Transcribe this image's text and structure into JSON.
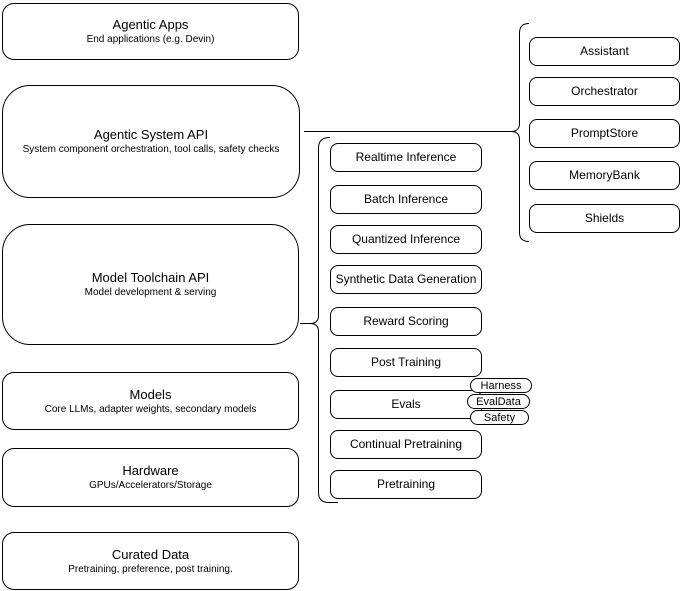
{
  "diagram": {
    "left_stack": [
      {
        "title": "Agentic Apps",
        "subtitle": "End applications (e.g. Devin)"
      },
      {
        "title": "Agentic System API",
        "subtitle": "System component orchestration, tool calls, safety checks"
      },
      {
        "title": "Model Toolchain API",
        "subtitle": "Model development & serving"
      },
      {
        "title": "Models",
        "subtitle": "Core LLMs, adapter weights, secondary models"
      },
      {
        "title": "Hardware",
        "subtitle": "GPUs/Accelerators/Storage"
      },
      {
        "title": "Curated Data",
        "subtitle": "Pretraining, preference, post training."
      }
    ],
    "toolchain_items": [
      "Realtime Inference",
      "Batch Inference",
      "Quantized Inference",
      "Synthetic Data Generation",
      "Reward Scoring",
      "Post Training",
      "Evals",
      "Continual Pretraining",
      "Pretraining"
    ],
    "evals_tags": [
      "Harness",
      "EvalData",
      "Safety"
    ],
    "system_components": [
      "Assistant",
      "Orchestrator",
      "PromptStore",
      "MemoryBank",
      "Shields"
    ],
    "colors": {
      "stroke": "#000000",
      "fill": "#ffffff",
      "background": "#ffffff"
    }
  }
}
